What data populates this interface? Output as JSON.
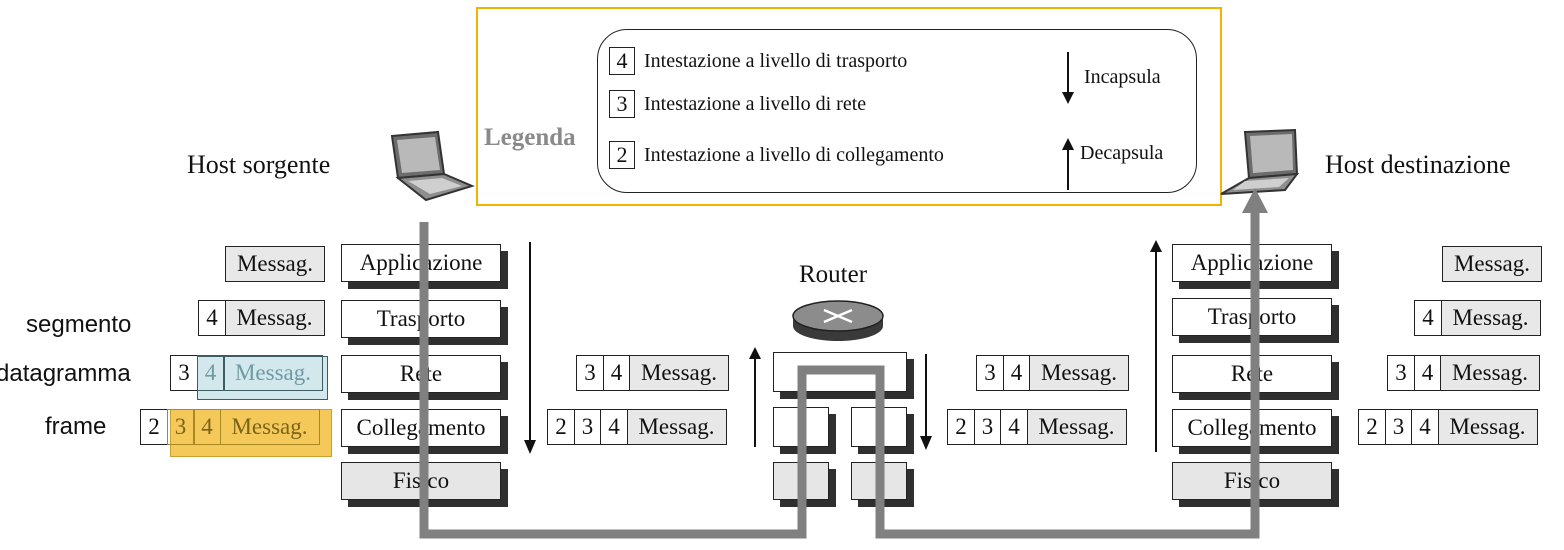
{
  "legend": {
    "title": "Legenda",
    "items": [
      {
        "num": "4",
        "text": "Intestazione a livello di trasporto"
      },
      {
        "num": "3",
        "text": "Intestazione a livello di rete"
      },
      {
        "num": "2",
        "text": "Intestazione a livello di collegamento"
      }
    ],
    "encapsulate": "Incapsula",
    "decapsulate": "Decapsula"
  },
  "hosts": {
    "source": "Host sorgente",
    "destination": "Host destinazione"
  },
  "router": {
    "label": "Router"
  },
  "layers": {
    "application": "Applicazione",
    "transport": "Trasporto",
    "network": "Rete",
    "link": "Collegamento",
    "physical": "Fisico"
  },
  "pdu_labels": {
    "segment": "segmento",
    "datagram": "datagramma",
    "frame": "frame"
  },
  "packet": {
    "message": "Messag.",
    "h4": "4",
    "h3": "3",
    "h2": "2"
  },
  "colors": {
    "legend_border": "#f0b400",
    "frame_highlight": "#f5c85a",
    "datagram_highlight": "#d3e8ec",
    "path": "#808080"
  }
}
